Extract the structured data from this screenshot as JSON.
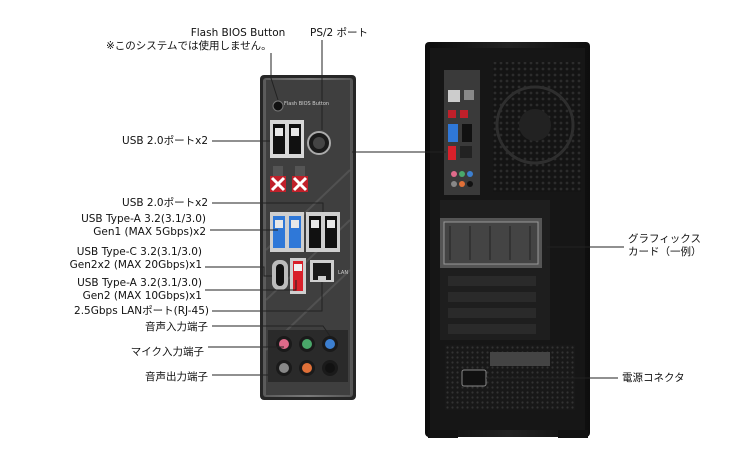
{
  "callouts": {
    "flash_bios_title": "Flash BIOS Button",
    "flash_bios_note": "※このシステムでは使用しません。",
    "ps2_port": "PS/2 ポート",
    "usb20_top": "USB 2.0ポートx2",
    "usb20_mid": "USB 2.0ポートx2",
    "usb_a_gen1_line1": "USB Type-A 3.2(3.1/3.0)",
    "usb_a_gen1_line2": "Gen1 (MAX 5Gbps)x2",
    "usb_c_line1": "USB Type-C 3.2(3.1/3.0)",
    "usb_c_line2": "Gen2x2 (MAX 20Gbps)x1",
    "usb_a_gen2_line1": "USB Type-A 3.2(3.1/3.0)",
    "usb_a_gen2_line2": "Gen2 (MAX 10Gbps)x1",
    "lan": "2.5Gbps LANポート(RJ-45)",
    "audio_in": "音声入力端子",
    "mic_in": "マイク入力端子",
    "audio_out": "音声出力端子",
    "graphics_line1": "グラフィックス",
    "graphics_line2": "カード（一例）",
    "power": "電源コネクタ"
  },
  "io_panel": {
    "flash_label": "Flash BIOS Button",
    "lan_tag": "LAN"
  },
  "colors": {
    "usb3_blue": "#2f78d8",
    "usb_red": "#d8202a",
    "audio_pink": "#e06a8a",
    "audio_green": "#4aa86a",
    "audio_blue": "#3c7fd0",
    "audio_orange": "#e07038",
    "case_black": "#1c1c1c"
  }
}
